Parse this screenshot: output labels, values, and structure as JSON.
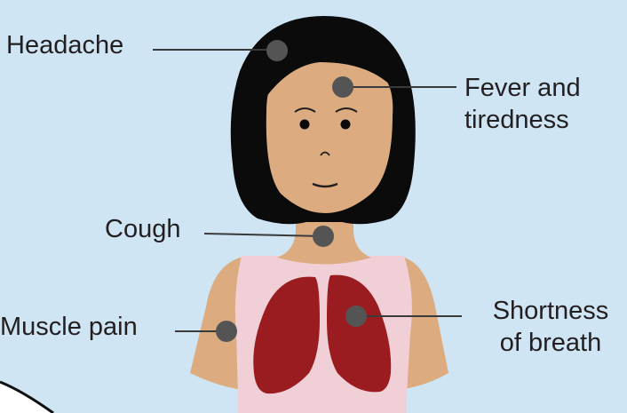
{
  "colors": {
    "background": "#cfe5f4",
    "hair": "#0b0b0b",
    "skin": "#dcac80",
    "shirt": "#f1cfd6",
    "lungs": "#9b1c20",
    "marker": "#545454",
    "line": "#3a3a3a",
    "text": "#231f20"
  },
  "symptoms": [
    {
      "id": "headache",
      "label": "Headache",
      "region": "head",
      "side": "left"
    },
    {
      "id": "fever",
      "label": "Fever and\ntiredness",
      "region": "forehead",
      "side": "right"
    },
    {
      "id": "cough",
      "label": "Cough",
      "region": "throat",
      "side": "left"
    },
    {
      "id": "muscle-pain",
      "label": "Muscle pain",
      "region": "arm",
      "side": "left"
    },
    {
      "id": "breath",
      "label": "Shortness\nof breath",
      "region": "lungs",
      "side": "right"
    }
  ]
}
